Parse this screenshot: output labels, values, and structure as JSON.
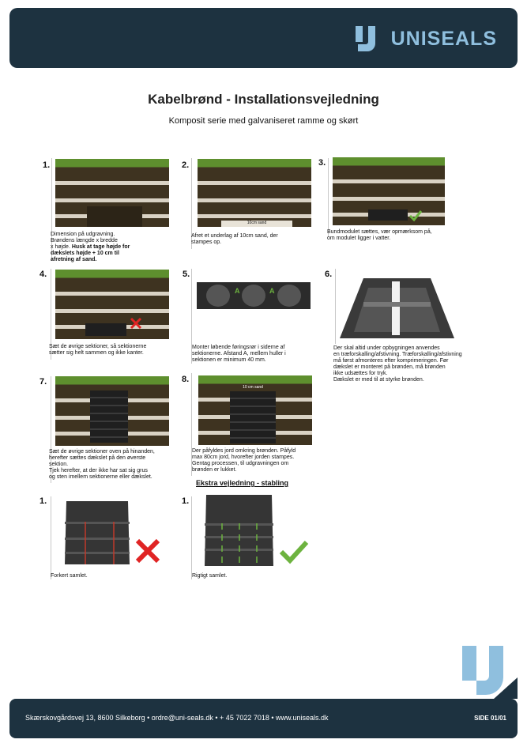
{
  "brand": {
    "name": "UNISEALS"
  },
  "title": "Kabelbrønd - Installationsvejledning",
  "subtitle": "Komposit serie med galvaniseret ramme og skørt",
  "steps": [
    {
      "num": "1.",
      "caption": "Dimension på udgravning.\nBrøndens længde x bredde\nx højde.",
      "caption_bold": "Husk at tage højde for\ndækslets højde + 10 cm til\nafretning af sand."
    },
    {
      "num": "2.",
      "caption": "Afret et underlag af 10cm sand, der\nstampes op.",
      "pic_label": "10cm sand"
    },
    {
      "num": "3.",
      "caption": "Bundmodulet sættes, vær opmærksom på,\nom modulet ligger i vatter."
    },
    {
      "num": "4.",
      "caption": "Sæt de øvrige sektioner, så sektionerne\nsætter sig helt sammen og ikke kanter."
    },
    {
      "num": "5.",
      "caption": "Monter løbende føringsrør i siderne af\nsektionerne. Afstand A, mellem huller i\nsektionen er minimum 40 mm.",
      "pic_label_a": "A",
      "pic_label_b": "A"
    },
    {
      "num": "6.",
      "caption": "Der skal altid under opbygningen anvendes\nen træforskalling/afstivning. Træforskalling/afstivning\nmå først afmonteres efter komprimeringen. Før\ndækslet er monteret på brønden, må brønden\nikke udsættes for tryk.\nDækslet er med til at styrke brønden."
    },
    {
      "num": "7.",
      "caption": "Sæt de øvrige sektioner oven på hinanden,\nherefter sættes dækslet på den øverste\nsektion.\nTjek herefter, at der ikke har sat sig grus\nog sten imellem sektionerne eller dækslet."
    },
    {
      "num": "8.",
      "caption": "Der påfyldes jord omkring brønden. Påfyld\nmax 80cm jord, hvorefter jorden stampes.\nGentag processen, til udgravningen om\nbrønden er lukket.",
      "pic_label": "10 cm sand"
    }
  ],
  "extra_title": "Ekstra vejledning - stabling",
  "extra_steps": [
    {
      "num": "1.",
      "caption": "Forkert samlet."
    },
    {
      "num": "1.",
      "caption": "Rigtigt samlet."
    }
  ],
  "footer": {
    "address": "Skærskovgårdsvej 13, 8600 Silkeborg • ordre@uni-seals.dk • + 45 7022 7018 • www.uniseals.dk",
    "page": "SIDE 01/01"
  },
  "colors": {
    "navy": "#1d3240",
    "accent": "#8fbfde",
    "grass": "#5e8f2e",
    "soil": "#3e3320",
    "ok": "#6db33f",
    "bad": "#e02424"
  }
}
